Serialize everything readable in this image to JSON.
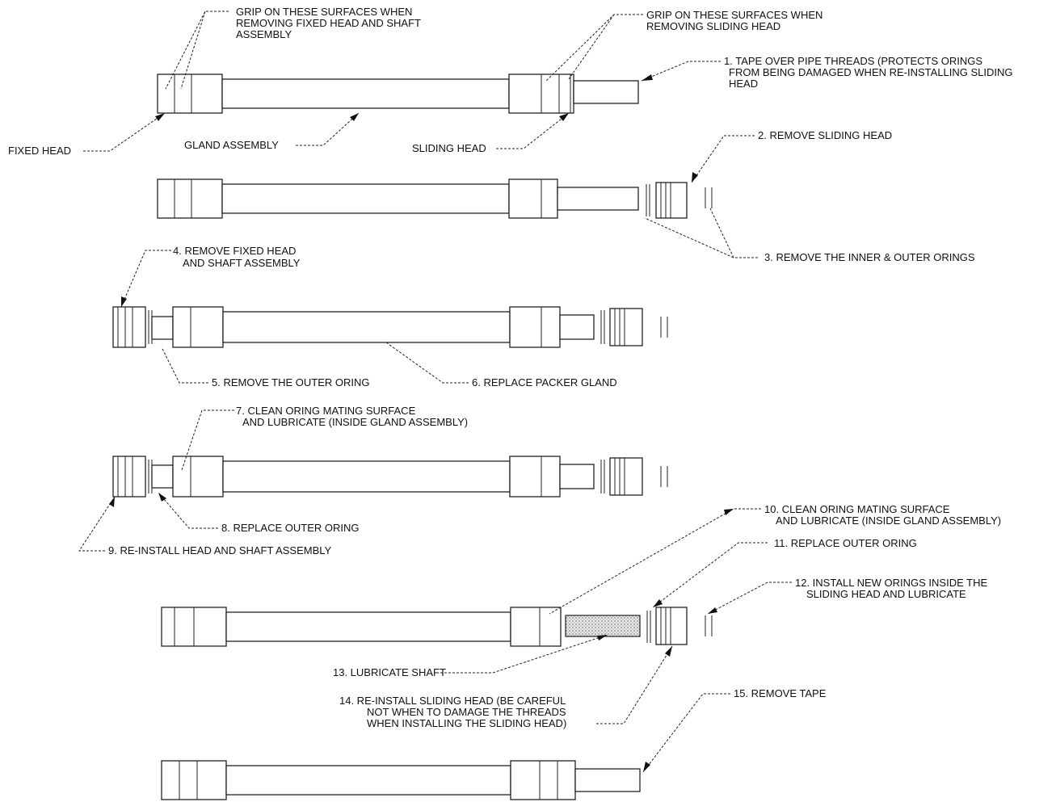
{
  "labels": {
    "grip_fixed_1": "GRIP ON THESE SURFACES WHEN",
    "grip_fixed_2": "REMOVING FIXED HEAD AND SHAFT",
    "grip_fixed_3": "ASSEMBLY",
    "grip_sliding_1": "GRIP ON THESE SURFACES WHEN",
    "grip_sliding_2": "REMOVING SLIDING HEAD",
    "step1_1": "1. TAPE OVER PIPE THREADS (PROTECTS ORINGS",
    "step1_2": "FROM BEING DAMAGED WHEN RE-INSTALLING SLIDING",
    "step1_3": "HEAD",
    "fixed_head": "FIXED HEAD",
    "gland_assembly": "GLAND ASSEMBLY",
    "sliding_head": "SLIDING HEAD",
    "step2": "2. REMOVE SLIDING HEAD",
    "step3": "3. REMOVE THE INNER & OUTER ORINGS",
    "step4_1": "4. REMOVE FIXED HEAD",
    "step4_2": "AND SHAFT ASSEMBLY",
    "step5": "5. REMOVE THE OUTER ORING",
    "step6": "6. REPLACE PACKER GLAND",
    "step7_1": "7. CLEAN  ORING MATING SURFACE",
    "step7_2": "AND LUBRICATE  (INSIDE GLAND ASSEMBLY)",
    "step8": "8. REPLACE OUTER ORING",
    "step9": "9. RE-INSTALL HEAD AND SHAFT ASSEMBLY",
    "step10_1": "10. CLEAN  ORING MATING SURFACE",
    "step10_2": "AND LUBRICATE (INSIDE GLAND ASSEMBLY)",
    "step11": "11. REPLACE OUTER ORING",
    "step12_1": "12. INSTALL NEW ORINGS INSIDE THE",
    "step12_2": "SLIDING HEAD AND LUBRICATE",
    "step13": "13. LUBRICATE SHAFT",
    "step14_1": "14. RE-INSTALL SLIDING HEAD (BE CAREFUL",
    "step14_2": "NOT WHEN TO DAMAGE THE THREADS",
    "step14_3": "WHEN INSTALLING THE SLIDING HEAD)",
    "step15": "15. REMOVE TAPE"
  }
}
